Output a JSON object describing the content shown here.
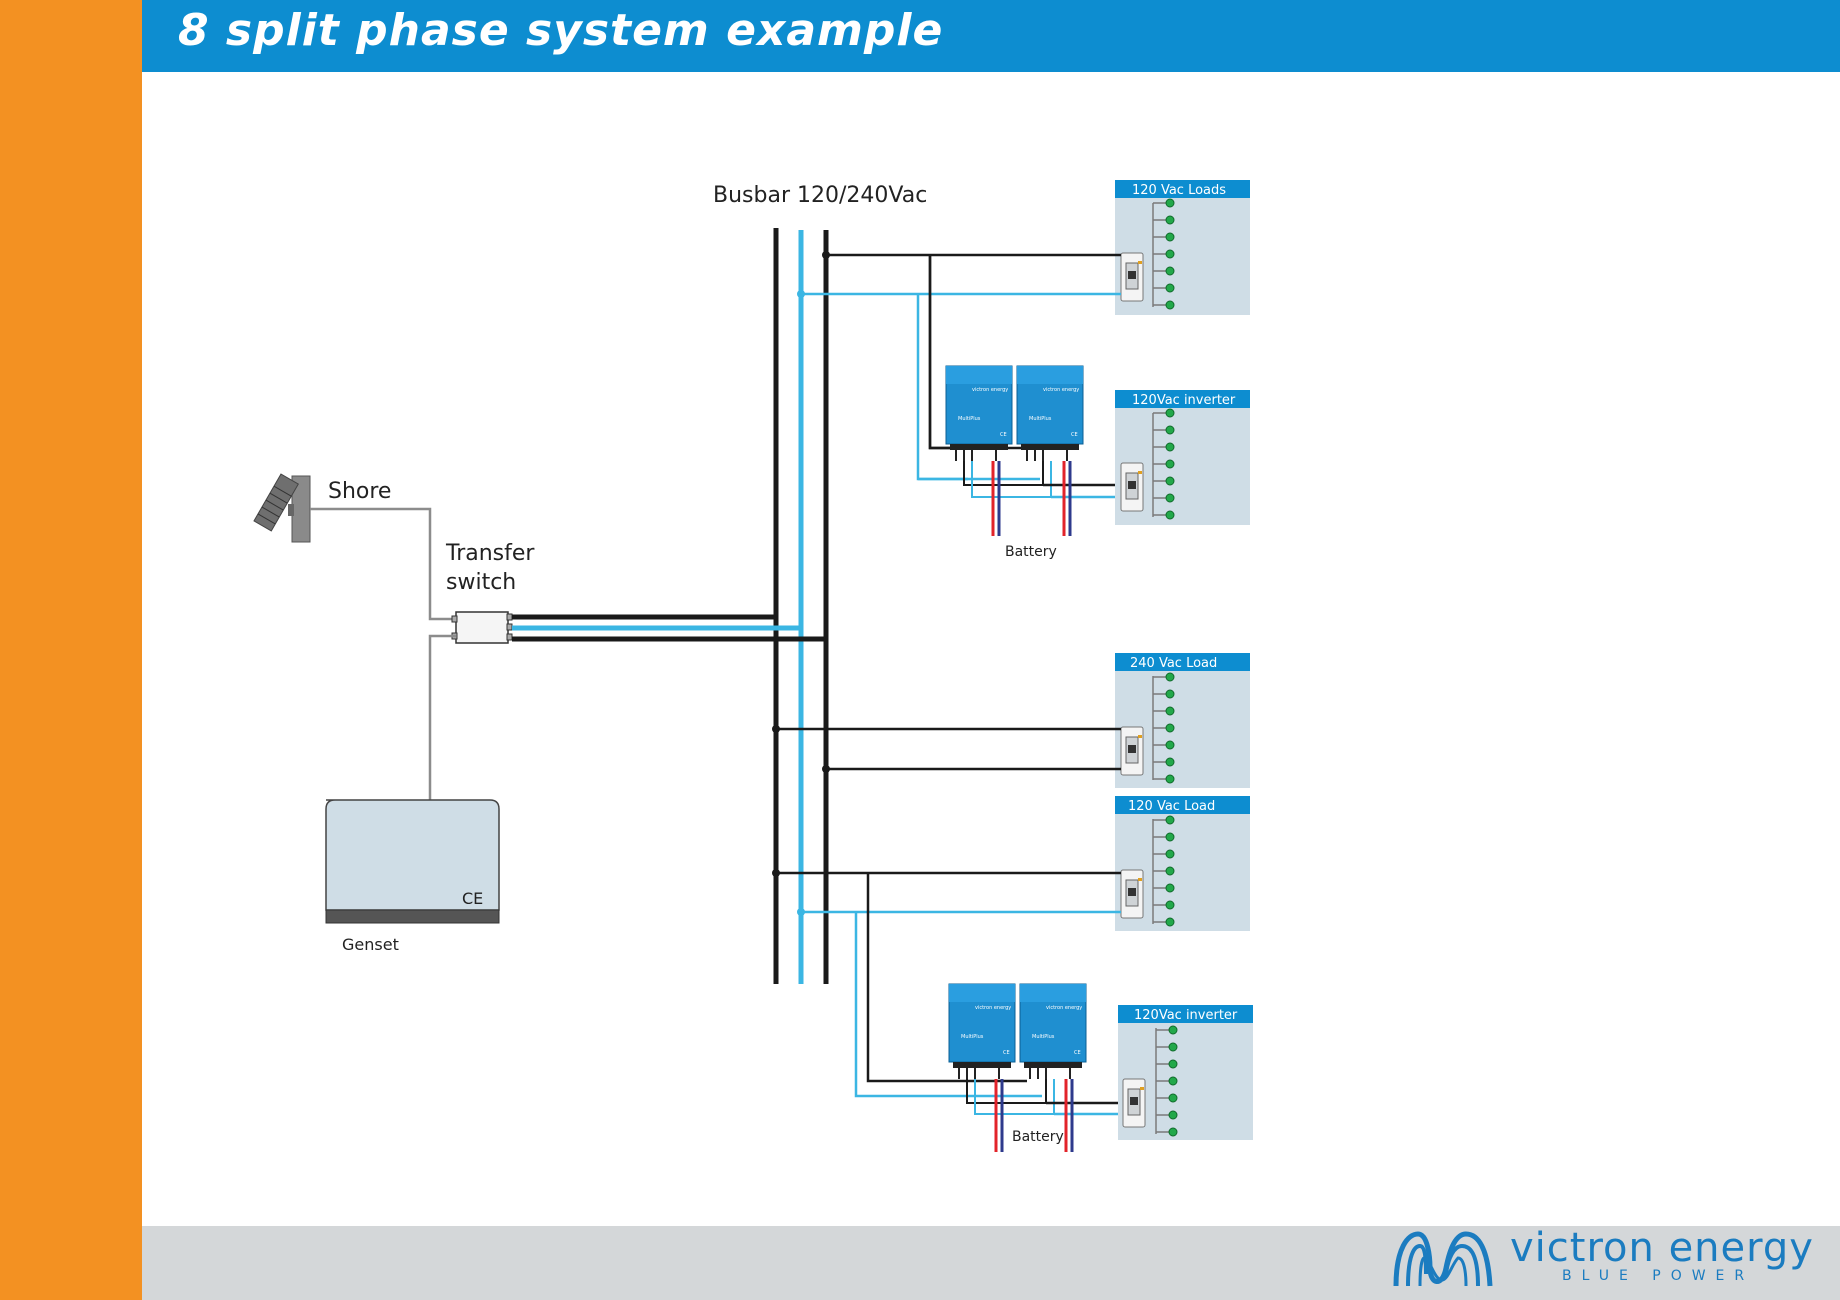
{
  "page": {
    "title": "8 split phase system example"
  },
  "diagram": {
    "busbar_label": "Busbar 120/240Vac",
    "shore_label": "Shore",
    "transfer_switch_label": [
      "Transfer",
      "switch"
    ],
    "genset_label": "Genset",
    "genset_mark": "CE",
    "inverter_brand": "victron energy",
    "inverter_model": "MultiPlus",
    "battery_labels": [
      "Battery",
      "Battery"
    ],
    "load_panels": [
      {
        "title": "120 Vac Loads"
      },
      {
        "title": "120Vac inverter"
      },
      {
        "title": "240 Vac Load"
      },
      {
        "title": "120 Vac Load"
      },
      {
        "title": "120Vac inverter"
      }
    ]
  },
  "footer": {
    "brand_name": "victron energy",
    "brand_tagline": "BLUE POWER"
  },
  "colors": {
    "orange": "#f39122",
    "blue_header": "#0d8dd0",
    "wire_black": "#1a1a1a",
    "wire_blue": "#3bb6e3",
    "panel_bg": "#cfdde6",
    "brand_blue": "#1b7cc0"
  }
}
